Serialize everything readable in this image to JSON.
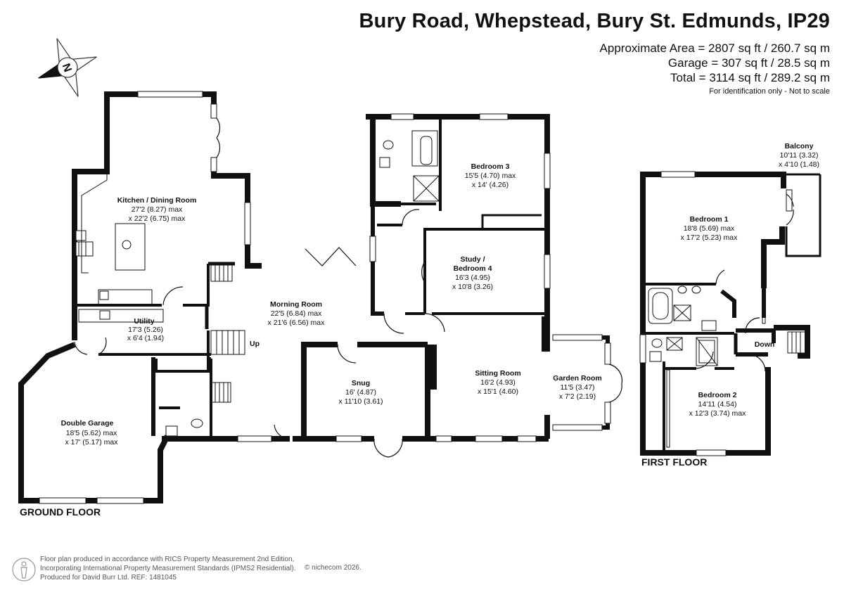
{
  "header": {
    "title": "Bury Road, Whepstead, Bury St. Edmunds, IP29",
    "area_approx": "Approximate Area = 2807 sq ft / 260.7 sq m",
    "area_garage": "Garage = 307 sq ft / 28.5 sq m",
    "area_total": "Total = 3114 sq ft / 289.2 sq m",
    "note": "For identification only - Not to scale"
  },
  "compass": {
    "icon": "compass-north-icon",
    "letter": "N"
  },
  "floors": {
    "ground": "GROUND FLOOR",
    "first": "FIRST FLOOR"
  },
  "rooms": {
    "kitchen": {
      "name": "Kitchen / Dining Room",
      "dim1": "27'2 (8.27) max",
      "dim2": "x 22'2 (6.75) max"
    },
    "utility": {
      "name": "Utility",
      "dim1": "17'3 (5.26)",
      "dim2": "x 6'4 (1.94)"
    },
    "garage": {
      "name": "Double Garage",
      "dim1": "18'5 (5.62) max",
      "dim2": "x 17' (5.17) max"
    },
    "morning": {
      "name": "Morning Room",
      "dim1": "22'5 (6.84) max",
      "dim2": "x 21'6 (6.56) max"
    },
    "snug": {
      "name": "Snug",
      "dim1": "16' (4.87)",
      "dim2": "x 11'10 (3.61)"
    },
    "bedroom3": {
      "name": "Bedroom 3",
      "dim1": "15'5 (4.70) max",
      "dim2": "x 14' (4.26)"
    },
    "study": {
      "name": "Study /",
      "name2": "Bedroom 4",
      "dim1": "16'3 (4.95)",
      "dim2": "x 10'8 (3.26)"
    },
    "sitting": {
      "name": "Sitting Room",
      "dim1": "16'2 (4.93)",
      "dim2": "x 15'1 (4.60)"
    },
    "garden": {
      "name": "Garden Room",
      "dim1": "11'5 (3.47)",
      "dim2": "x 7'2 (2.19)"
    },
    "bedroom1": {
      "name": "Bedroom 1",
      "dim1": "18'8 (5.69) max",
      "dim2": "x 17'2 (5.23) max"
    },
    "bedroom2": {
      "name": "Bedroom 2",
      "dim1": "14'11 (4.54)",
      "dim2": "x 12'3 (3.74) max"
    },
    "balcony": {
      "name": "Balcony",
      "dim1": "10'11 (3.32)",
      "dim2": "x 4'10 (1.48)"
    }
  },
  "stairs": {
    "up": "Up",
    "down": "Down"
  },
  "footer": {
    "line1": "Floor plan produced in accordance with RICS Property Measurement 2nd Edition,",
    "line2": "Incorporating International Property Measurement Standards (IPMS2 Residential).",
    "line3": "Produced for David Burr Ltd.   REF:   1481045",
    "copyright": "© nichecom 2026."
  }
}
